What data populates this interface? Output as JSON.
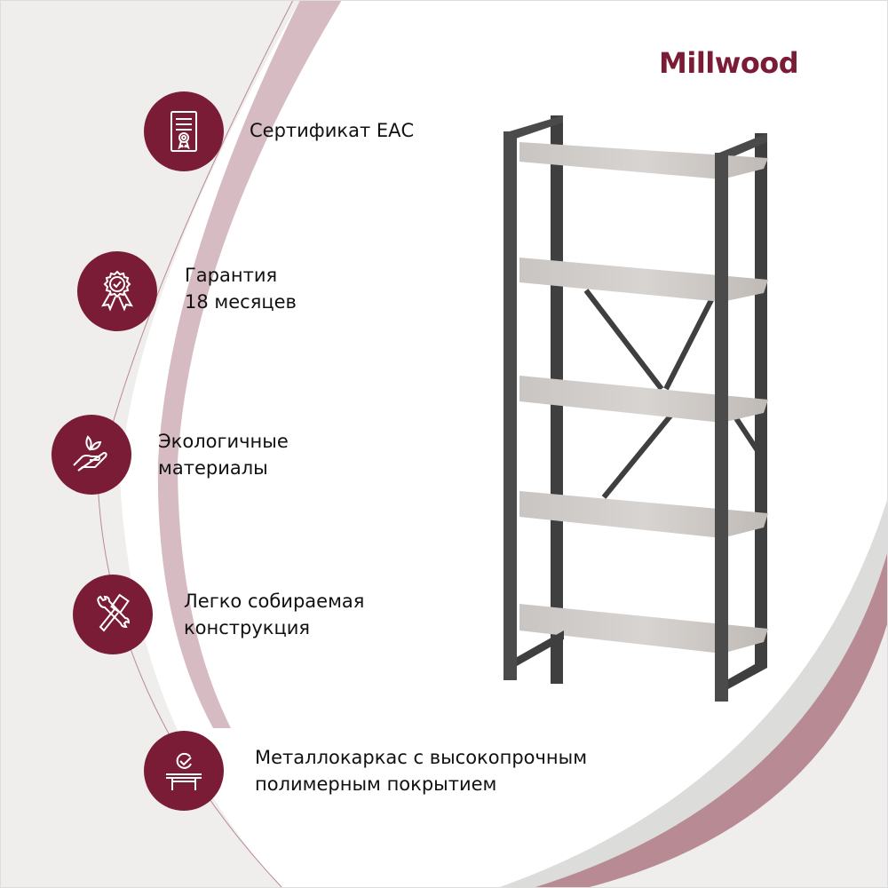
{
  "brand": {
    "name": "Millwood",
    "color": "#7a1c36"
  },
  "colors": {
    "accent": "#7a1c36",
    "background_left": "#efeeec",
    "band_pink": "#d6bcc2",
    "band_rose": "#b88a94",
    "band_gray": "#dcdcda",
    "text": "#111111"
  },
  "features": [
    {
      "icon": "certificate-icon",
      "line1": "Сертификат ЕАС",
      "line2": ""
    },
    {
      "icon": "award-badge-icon",
      "line1": "Гарантия",
      "line2": "18 месяцев"
    },
    {
      "icon": "eco-hand-leaf-icon",
      "line1": "Экологичные",
      "line2": "материалы"
    },
    {
      "icon": "tools-wrench-hammer-icon",
      "line1": "Легко собираемая",
      "line2": "конструкция"
    },
    {
      "icon": "table-check-icon",
      "line1": "Металлокаркас с высокопрочным",
      "line2": "полимерным покрытием"
    }
  ],
  "product": {
    "image": "five-tier-shelf-image",
    "shelves": 5
  }
}
